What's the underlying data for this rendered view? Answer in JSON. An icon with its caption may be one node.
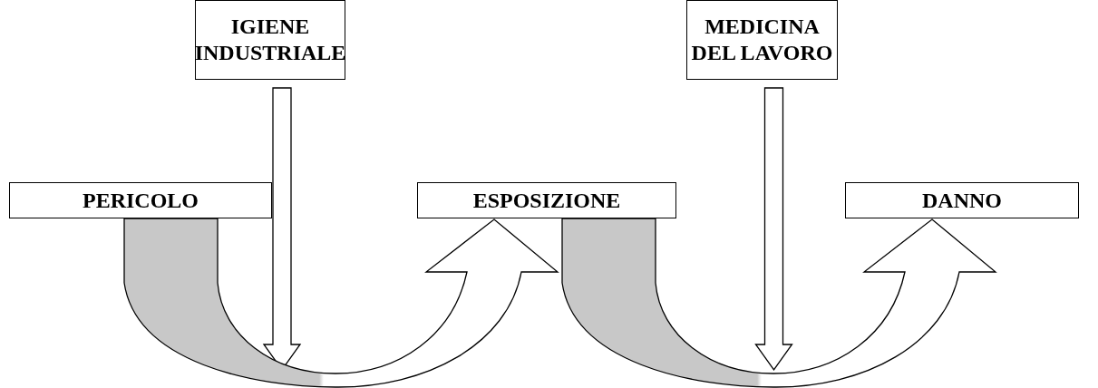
{
  "diagram": {
    "nodes": [
      {
        "text": [
          "IGIENE INDUSTRIALE"
        ]
      },
      {
        "text": [
          "MEDICINA DEL LAVORO"
        ]
      },
      {
        "text": [
          "PERICOLO"
        ]
      },
      {
        "text": [
          "ESPOSIZIONE"
        ]
      },
      {
        "text": [
          "DANNO"
        ]
      }
    ],
    "edges": [
      {
        "from": 0,
        "to": null,
        "arrow": "to"
      },
      {
        "from": 1,
        "to": null,
        "arrow": "to"
      },
      {
        "from": 2,
        "to": 3,
        "arrow": "to",
        "style": "thick"
      },
      {
        "from": 3,
        "to": 4,
        "arrow": "to",
        "style": "thick"
      }
    ]
  }
}
